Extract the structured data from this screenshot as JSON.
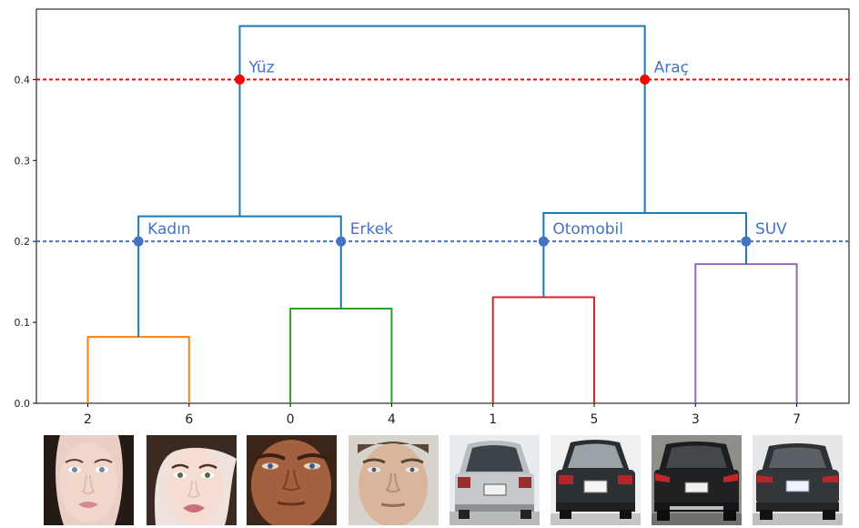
{
  "chart_data": {
    "type": "dendrogram",
    "ylim": [
      0.0,
      0.487
    ],
    "yticks": [
      "0.0",
      "0.1",
      "0.2",
      "0.3",
      "0.4"
    ],
    "ytick_values": [
      0.0,
      0.1,
      0.2,
      0.3,
      0.4
    ],
    "leaves": [
      "2",
      "6",
      "0",
      "4",
      "1",
      "5",
      "3",
      "7"
    ],
    "links": [
      {
        "a": 0,
        "b": 1,
        "height": 0.082,
        "color": "#ff7f0e"
      },
      {
        "a": 2,
        "b": 3,
        "height": 0.117,
        "color": "#2ca02c"
      },
      {
        "a": 4,
        "b": 5,
        "height": 0.131,
        "color": "#d62728"
      },
      {
        "a": 6,
        "b": 7,
        "height": 0.172,
        "color": "#9467bd"
      },
      {
        "a": 0.5,
        "b": 2.5,
        "height": 0.231,
        "color": "#1f77b4",
        "ha": 0.082,
        "hb": 0.117
      },
      {
        "a": 4.5,
        "b": 6.5,
        "height": 0.235,
        "color": "#1f77b4",
        "ha": 0.131,
        "hb": 0.172
      },
      {
        "a": 1.5,
        "b": 5.5,
        "height": 0.466,
        "color": "#1f77b4",
        "ha": 0.231,
        "hb": 0.235
      }
    ],
    "cut_lines": [
      {
        "y": 0.4,
        "color": "#ff0000"
      },
      {
        "y": 0.2,
        "color": "#4472c4"
      }
    ],
    "cluster_labels": [
      {
        "text": "Yüz",
        "x": 1.5,
        "y": 0.4,
        "color": "#ff0000"
      },
      {
        "text": "Araç",
        "x": 5.5,
        "y": 0.4,
        "color": "#ff0000"
      },
      {
        "text": "Kadın",
        "x": 0.5,
        "y": 0.2,
        "color": "#4472c4"
      },
      {
        "text": "Erkek",
        "x": 2.5,
        "y": 0.2,
        "color": "#4472c4"
      },
      {
        "text": "Otomobil",
        "x": 4.5,
        "y": 0.2,
        "color": "#4472c4"
      },
      {
        "text": "SUV",
        "x": 6.5,
        "y": 0.2,
        "color": "#4472c4"
      }
    ],
    "label_text_color": "#4472c4",
    "grid": false
  },
  "thumbnails": [
    {
      "icon": "woman-face-icon"
    },
    {
      "icon": "woman-face-icon"
    },
    {
      "icon": "man-face-icon"
    },
    {
      "icon": "man-face-icon"
    },
    {
      "icon": "car-rear-icon"
    },
    {
      "icon": "car-rear-icon"
    },
    {
      "icon": "suv-rear-icon"
    },
    {
      "icon": "suv-rear-icon"
    }
  ]
}
